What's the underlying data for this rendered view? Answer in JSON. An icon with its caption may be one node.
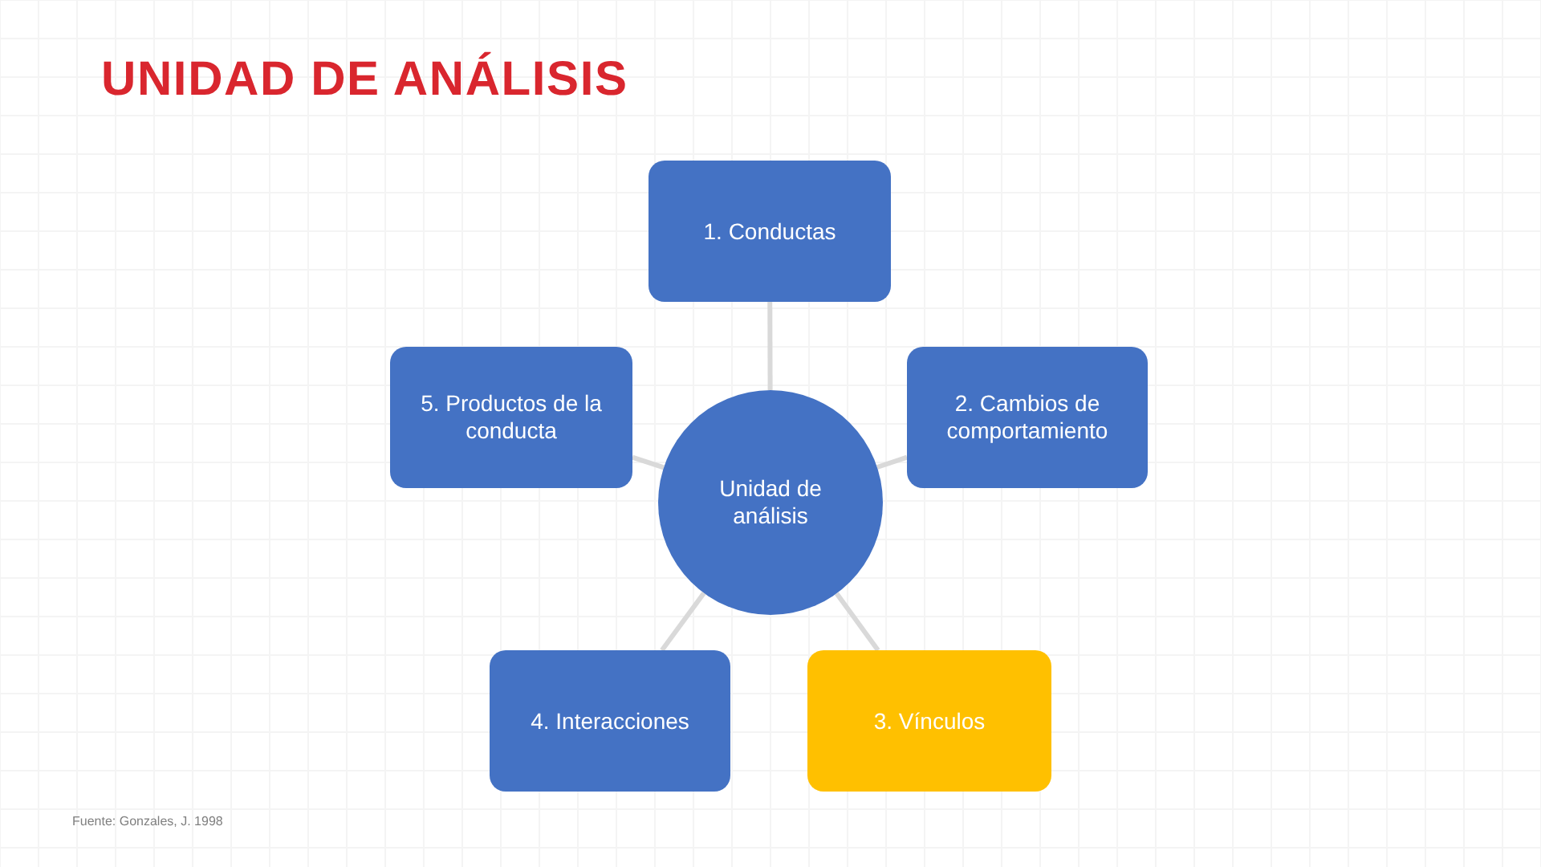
{
  "diagram": {
    "title": "UNIDAD DE ANÁLISIS",
    "nodes": [
      {
        "text": [
          "Unidad de análisis"
        ]
      },
      {
        "text": [
          "1. Conductas"
        ]
      },
      {
        "text": [
          "2. Cambios de comportamiento"
        ]
      },
      {
        "text": [
          "3. Vínculos"
        ]
      },
      {
        "text": [
          "4. Interacciones"
        ]
      },
      {
        "text": [
          "5. Productos de la conducta"
        ]
      }
    ],
    "edges": [
      {
        "from": 0,
        "to": 1,
        "arrow": "none"
      },
      {
        "from": 0,
        "to": 2,
        "arrow": "none"
      },
      {
        "from": 0,
        "to": 3,
        "arrow": "none"
      },
      {
        "from": 0,
        "to": 4,
        "arrow": "none"
      },
      {
        "from": 0,
        "to": 5,
        "arrow": "none"
      }
    ],
    "labels": [
      "Fuente: Gonzales, J. 1998"
    ]
  }
}
